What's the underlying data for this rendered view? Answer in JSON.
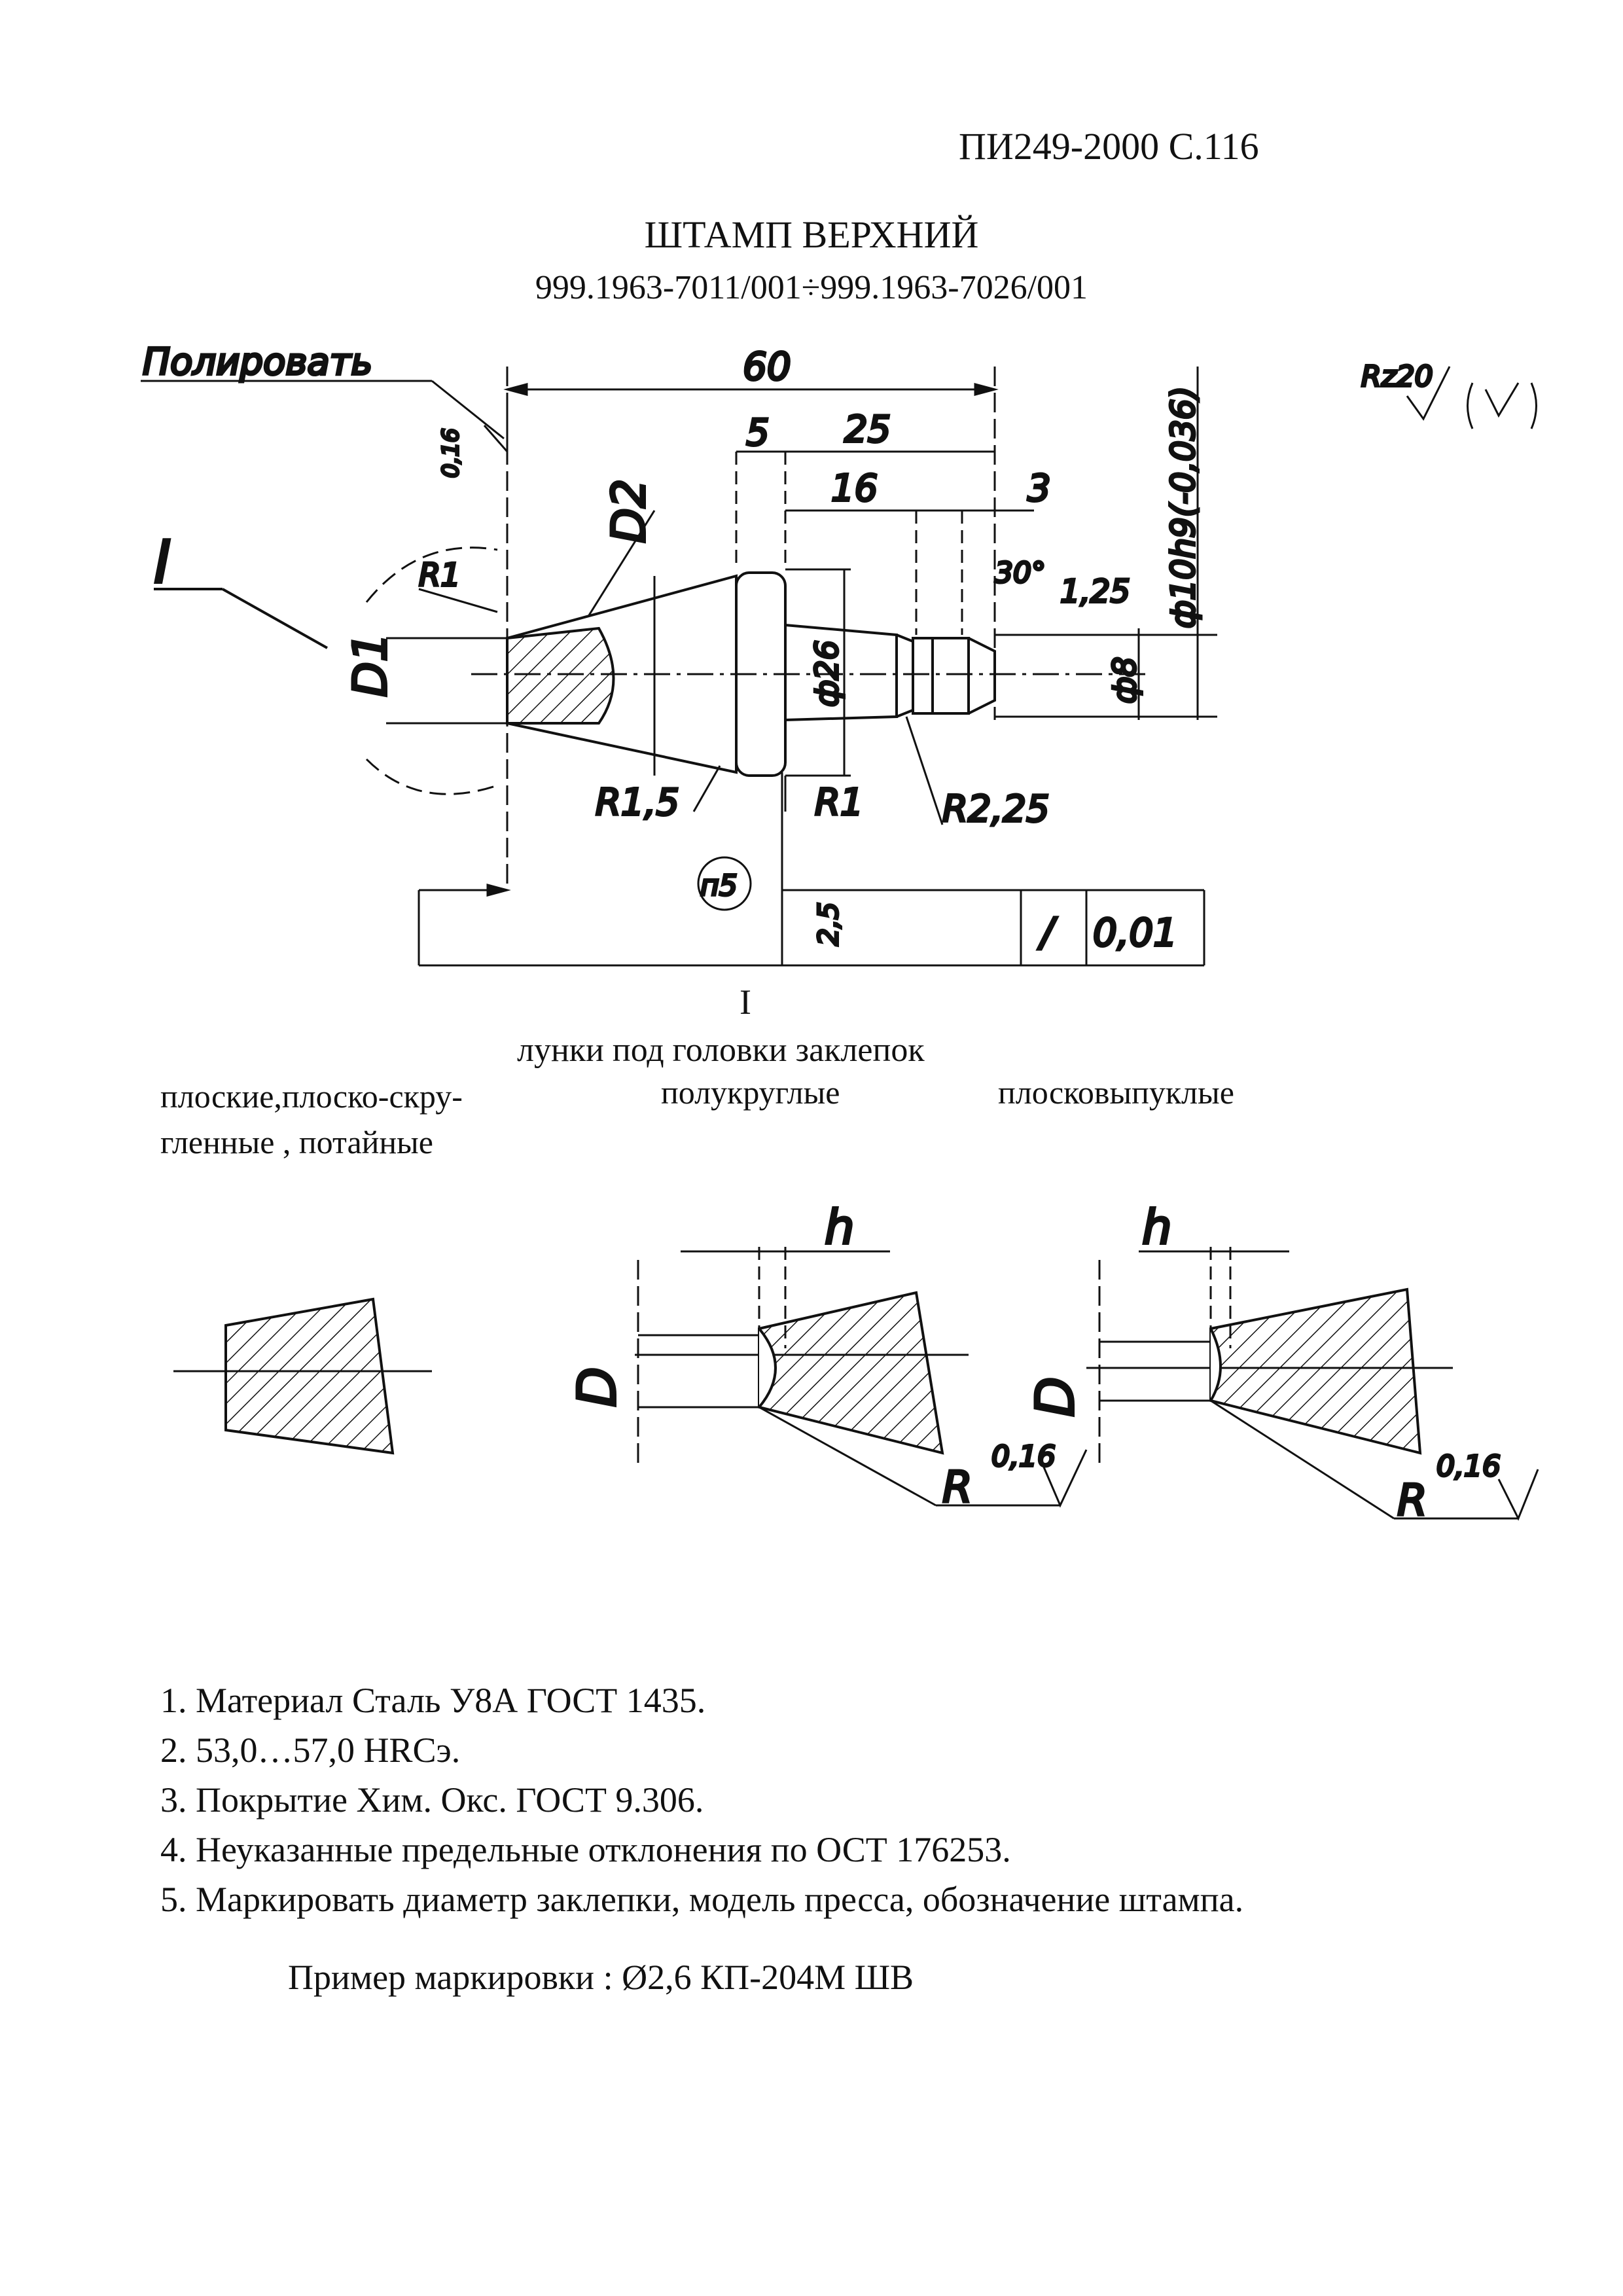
{
  "header": {
    "doc_code": "ПИ249-2000 С.116"
  },
  "title": "ШТАМП ВЕРХНИЙ",
  "subtitle": "999.1963-7011/001÷999.1963-7026/001",
  "drawing": {
    "polish_note": "Полировать",
    "roughness_general": "Rz20",
    "roughness_polish": "0,16",
    "view_mark": "I",
    "dims": {
      "overall_length": "60",
      "len_5": "5",
      "len_25": "25",
      "len_16": "16",
      "len_3": "3",
      "chamfer_angle": "30°",
      "chamfer_len": "1,25",
      "shank_diameter": "ф10h9(-0,036)",
      "diameter_26": "ф26",
      "diameter_8": "ф8",
      "radius_r1_top": "R1",
      "radius_r15": "R1,5",
      "radius_r1_bottom": "R1",
      "radius_r225": "R2,25",
      "d1": "D1",
      "d2": "D2",
      "note_ref": "п5",
      "roughness_25": "2,5",
      "runout_value": "0,01"
    }
  },
  "detail": {
    "view_mark": "I",
    "caption": "лунки под головки заклепок",
    "col1": "плоские,плоско-скру-\nгленные , потайные",
    "col2": "полукруглые",
    "col3": "плосковыпуклые",
    "label_h": "h",
    "label_D": "D",
    "label_R": "R",
    "roughness": "0,16"
  },
  "notes": [
    "1. Материал Сталь У8А ГОСТ 1435.",
    "2. 53,0…57,0 HRCэ.",
    "3. Покрытие Хим. Окс. ГОСТ 9.306.",
    "4. Неуказанные предельные отклонения по ОСТ 176253.",
    "5. Маркировать диаметр заклепки, модель пресса, обозначение штампа."
  ],
  "example": "Пример маркировки : Ø2,6 КП-204М ШВ"
}
